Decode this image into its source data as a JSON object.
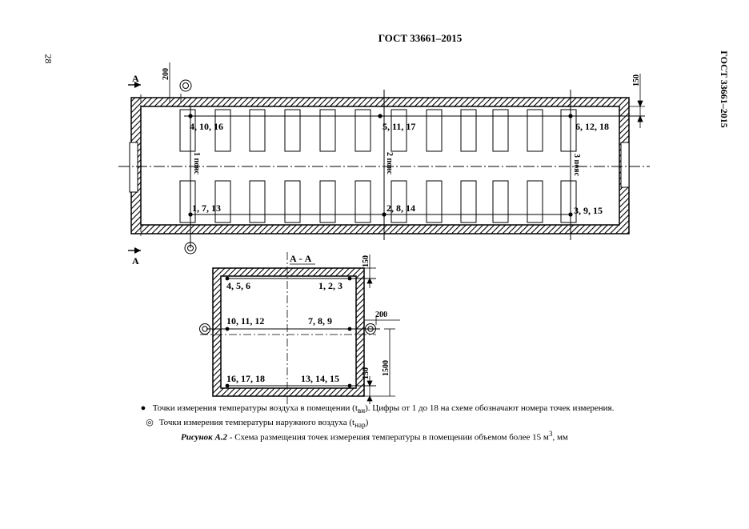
{
  "header": {
    "standard": "ГОСТ 33661–2015",
    "page_number": "28",
    "side_standard": "ГОСТ 33661–2015"
  },
  "plan": {
    "section_mark": "А",
    "dim_top_left": "200",
    "dim_top_right": "150",
    "zones": [
      "1 пояс",
      "2 пояс",
      "3 пояс"
    ],
    "points": {
      "top_left": "4, 10, 16",
      "top_mid": "5, 11, 17",
      "top_right": "6, 12, 18",
      "bot_left": "1, 7, 13",
      "bot_mid": "2, 8, 14",
      "bot_right": "3, 9, 15"
    }
  },
  "section": {
    "title": "А - А",
    "dim_top": "150",
    "dim_side": "200",
    "dim_height": "1500",
    "dim_bottom": "150",
    "points": {
      "r1_left": "4, 5, 6",
      "r1_right": "1, 2, 3",
      "r2_left": "10, 11, 12",
      "r2_right": "7, 8, 9",
      "r3_left": "16, 17, 18",
      "r3_right": "13, 14, 15"
    }
  },
  "legend": {
    "inner_text_a": "Точки измерения температуры воздуха в помещении (t",
    "inner_sub": "вн",
    "inner_text_b": "). Цифры от 1 до 18 на схеме обозначают номера точек измерения.",
    "outer_text_a": "Точки измерения температуры  наружного воздуха (t",
    "outer_sub": "нар",
    "outer_text_b": ")"
  },
  "caption": {
    "figure": "Рисунок А.2",
    "text_a": " - Схема размещения точек измерения температуры в помещении объемом более 15 м",
    "sup": "3",
    "text_b": ", мм"
  }
}
